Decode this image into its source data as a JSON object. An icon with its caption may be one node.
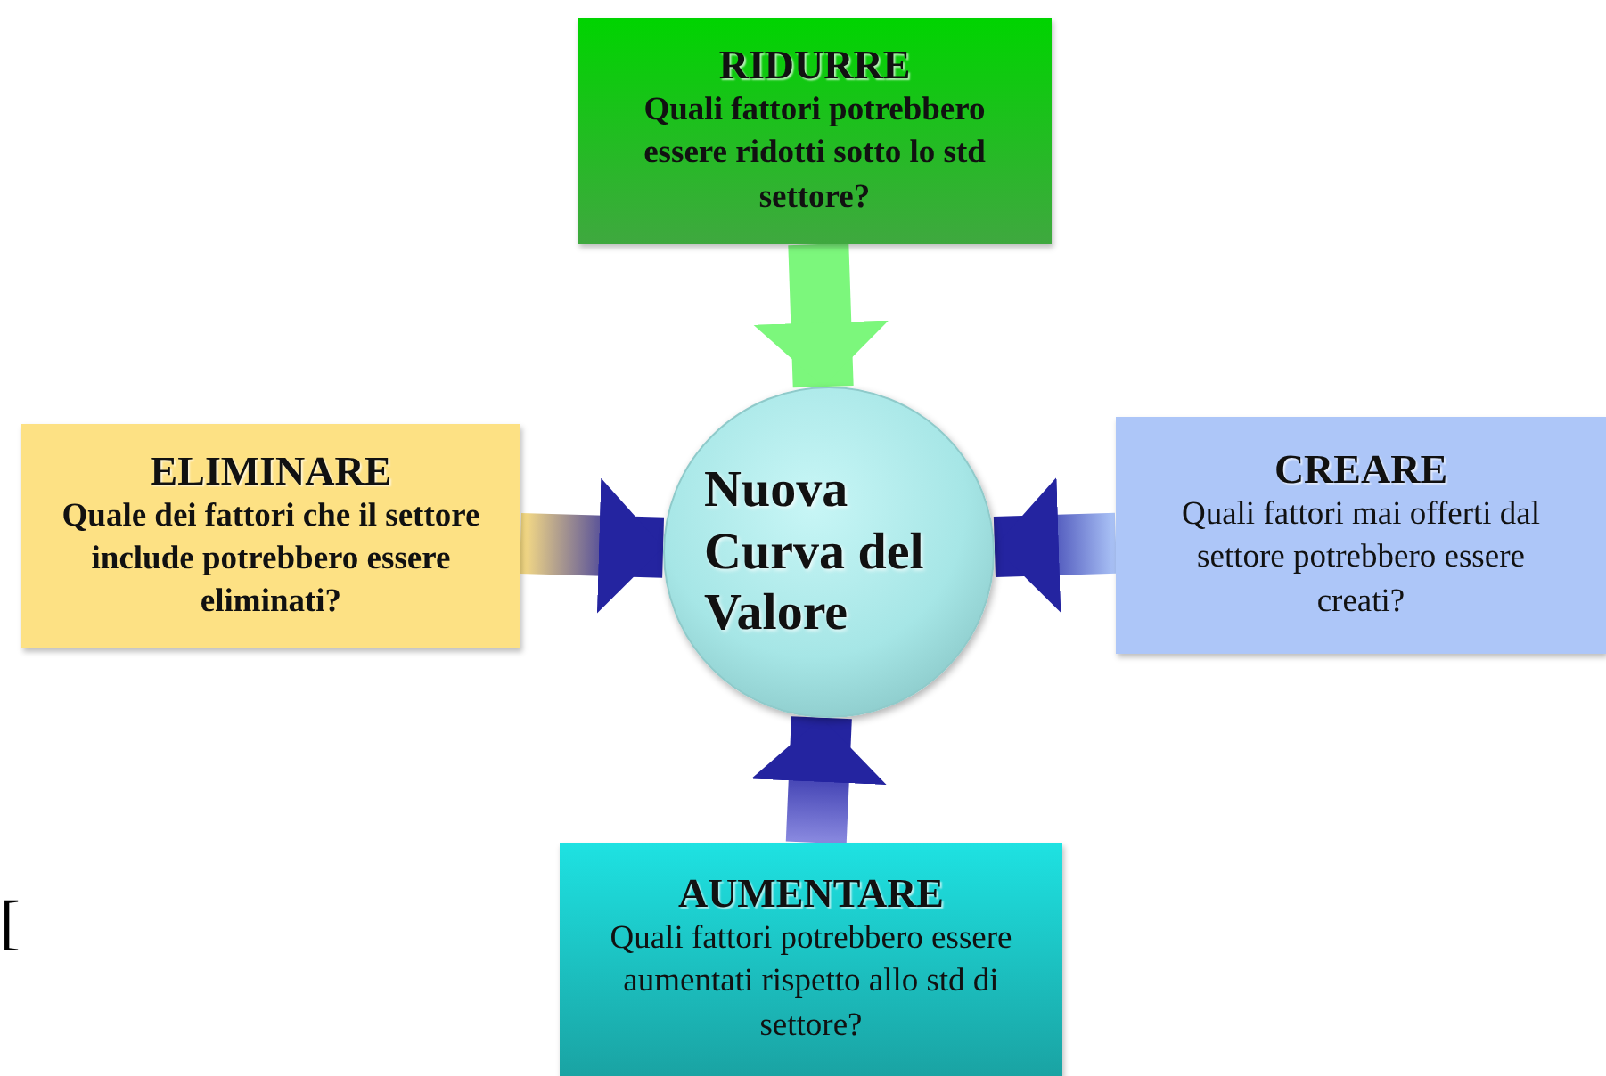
{
  "diagram": {
    "nodes": [
      {
        "text": [
          "RIDURRE",
          "Quali fattori potrebbero essere ridotti sotto lo std settore?"
        ]
      },
      {
        "text": [
          "ELIMINARE",
          "Quale dei fattori che il settore include potrebbero essere eliminati?"
        ]
      },
      {
        "text": [
          "Nuova Curva del Valore"
        ]
      },
      {
        "text": [
          "CREARE",
          "Quali fattori mai offerti dal settore potrebbero essere creati?"
        ]
      },
      {
        "text": [
          "AUMENTARE",
          "Quali fattori  potrebbero essere aumentati rispetto allo std di settore?"
        ]
      }
    ],
    "edges": [
      {
        "from": 0,
        "to": 2,
        "arrow": "to",
        "color": "#7cf77c"
      },
      {
        "from": 1,
        "to": 2,
        "arrow": "to"
      },
      {
        "from": 3,
        "to": 2,
        "arrow": "to"
      },
      {
        "from": 4,
        "to": 2,
        "arrow": "to"
      }
    ],
    "labels": [
      "["
    ]
  }
}
